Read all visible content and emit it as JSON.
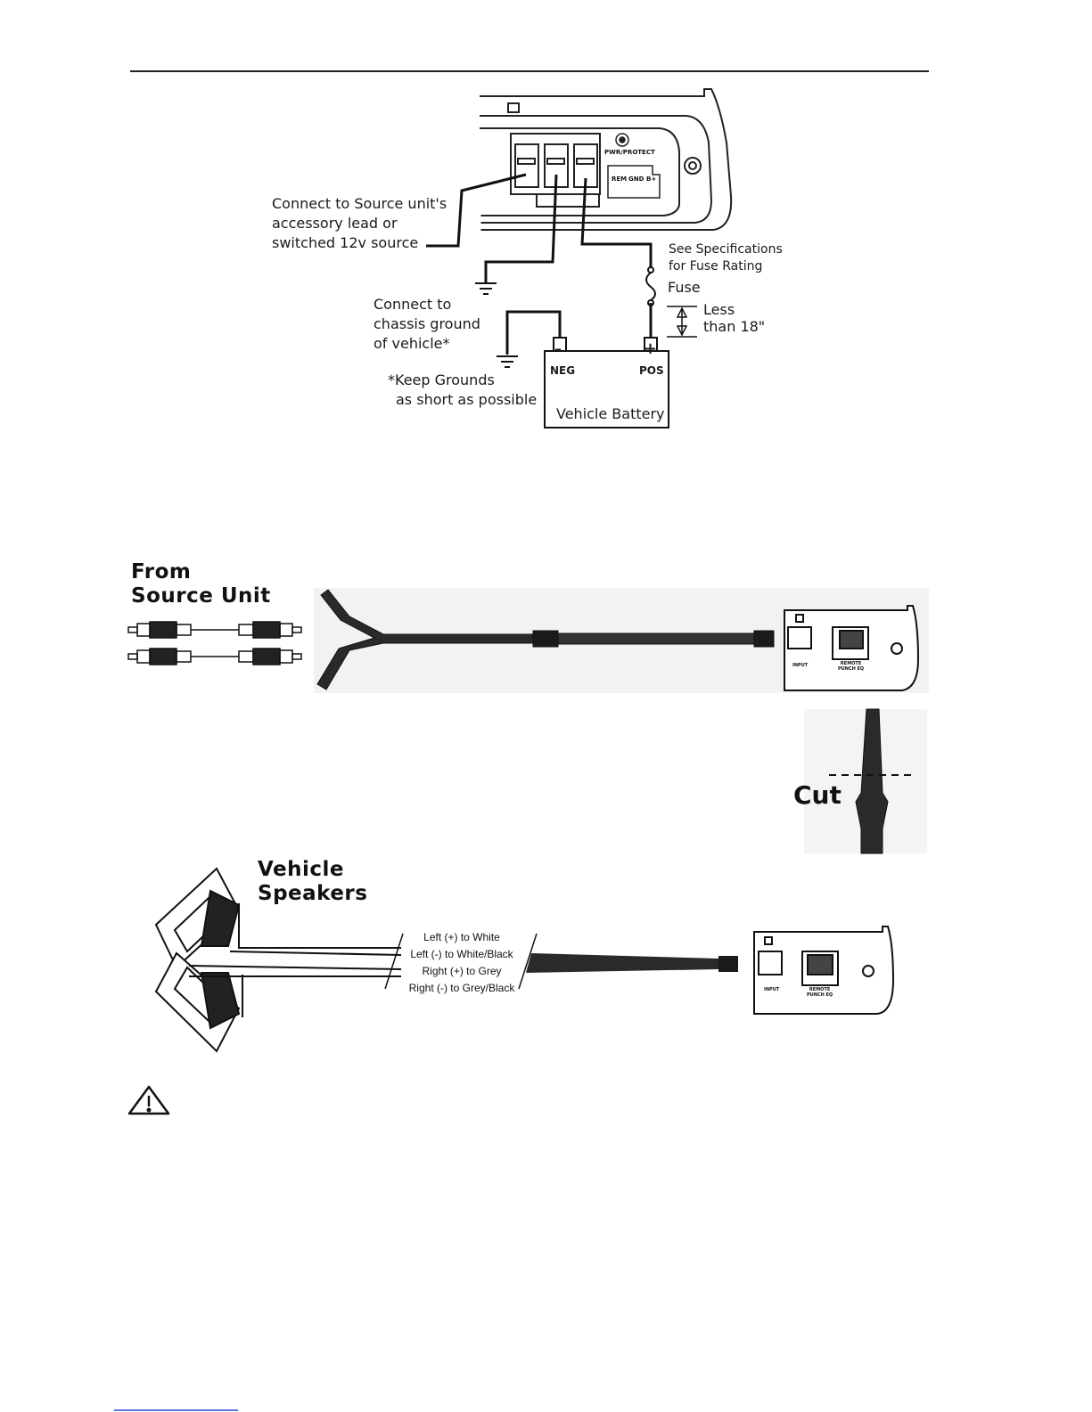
{
  "power_diagram": {
    "amp_labels": {
      "pwr_protect": "PWR/PROTECT",
      "rem": "REM",
      "gnd": "GND",
      "bplus": "B+"
    },
    "source_label": [
      "Connect to Source unit's",
      "accessory lead or",
      "switched 12v source"
    ],
    "ground_label": [
      "Connect to",
      "chassis ground",
      "of vehicle*"
    ],
    "keep_grounds": [
      "*Keep Grounds",
      "as short as possible"
    ],
    "spec_label": [
      "See Specifications",
      "for Fuse Rating"
    ],
    "fuse": "Fuse",
    "distance": [
      "Less",
      "than 18\""
    ],
    "battery": {
      "neg_symbol": "–",
      "neg": "NEG",
      "pos_symbol": "+",
      "pos": "POS",
      "name": "Vehicle Battery"
    }
  },
  "input_diagram": {
    "heading": [
      "From",
      "Source Unit"
    ],
    "amp_labels": {
      "input": "INPUT",
      "remote": "REMOTE",
      "punch": "PUNCH EQ"
    },
    "cut": "Cut"
  },
  "speaker_diagram": {
    "heading": [
      "Vehicle",
      "Speakers"
    ],
    "wire_labels": [
      "Left (+) to White",
      "Left (-) to White/Black",
      "Right (+) to Grey",
      "Right (-) to Grey/Black"
    ],
    "amp_labels": {
      "input": "INPUT",
      "remote": "REMOTE",
      "punch": "PUNCH EQ"
    }
  },
  "warning_icon": "warning-triangle-icon"
}
